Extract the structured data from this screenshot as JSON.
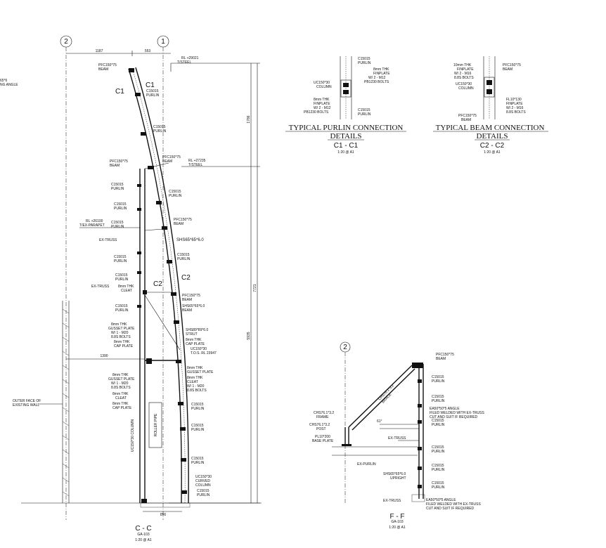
{
  "section_cc": {
    "grid_left": "2",
    "grid_right": "1",
    "dim_top_left": "1187",
    "dim_top_right": "553",
    "rl_top": "RL +29021",
    "rl_top_sub": "T/STEEL",
    "rl_mid": "RL +27235",
    "rl_mid_sub": "T/STEEL",
    "rl_parapet": "RL +26100",
    "rl_parapet_sub": "T/EX-PARAPET",
    "dim_v1": "1786",
    "dim_v2": "7721",
    "dim_v3": "5935",
    "dim_h_low": "1390",
    "dim_bottom": "856",
    "title": "C - C",
    "ref": "GA-103",
    "scale": "1:20 @ A1",
    "cut_marks": [
      "C1",
      "C1",
      "C2",
      "C2"
    ],
    "edge_text_a": "65*6",
    "edge_text_b": "NG ANGLE",
    "outer_face_1": "OUTER FACE OF",
    "outer_face_2": "EXISTING WALL",
    "roller_pipe": "ROLLER PIPE",
    "column_note": "UC150*30 COLUMN",
    "shs_label": "SHS65*65*6.0",
    "labels": {
      "pfc_top_1": "PFC150*75",
      "pfc_top_2": "BEAM",
      "c15015_1a": "C15015",
      "c15015_1b": "PURLIN",
      "c15015_2a": "C15015",
      "c15015_2b": "PURLIN",
      "pfc_mid_1": "PFC150*75",
      "pfc_mid_2": "BEAM",
      "pfc_left_1": "PFC150*75",
      "pfc_left_2": "BEAM",
      "cl_1a": "C15015",
      "cl_1b": "PURLIN",
      "cl_2a": "C15015",
      "cl_2b": "PURLIN",
      "cl_3a": "C15015",
      "cl_3b": "PURLIN",
      "ex_truss": "EX-TRUSS",
      "cr_1a": "C15015",
      "cr_1b": "PURLIN",
      "pfc_r_1": "PFC150*75",
      "pfc_r_2": "BEAM",
      "cr_2a": "C15015",
      "cr_2b": "PURLIN",
      "cl_4a": "C15015",
      "cl_4b": "PURLIN",
      "cl_5a": "C15015",
      "cl_5b": "PURLIN",
      "ex_truss2": "EX-TRUSS",
      "cleat_1": "8mm THK",
      "cleat_2": "CLEAT",
      "cl_6a": "C15015",
      "cl_6b": "PURLIN",
      "pfc_r2_1": "PFC150*75",
      "pfc_r2_2": "BEAM",
      "shs_r_1": "SHS65*65*6.0",
      "shs_r_2": "BEAM",
      "gusset_1": "8mm THK",
      "gusset_2": "GUSSET PLATE",
      "gusset_3": "W/ 1 - M20",
      "gusset_4": "8.8S BOLTS",
      "strut_1": "SHS89*89*6.0",
      "strut_2": "STRUT",
      "cap_r_1": "8mm THK",
      "cap_r_2": "CAP PLATE",
      "cap_l_1": "8mm THK",
      "cap_l_2": "CAP PLATE",
      "uc_r_1": "UC150*30",
      "uc_r_2": "T.O.S. RL 23947",
      "gus_r_1": "8mm THK",
      "gus_r_2": "GUSSET PLATE",
      "cleat_r_1": "8mm THK",
      "cleat_r_2": "CLEAT",
      "cleat_r_3": "W/ 1 - M20",
      "cleat_r_4": "8.8S BOLTS",
      "gus_l_1": "8mm THK",
      "gus_l_2": "GUSSET PLATE",
      "gus_l_3": "W/ 1 - M20",
      "gus_l_4": "8.8S BOLTS",
      "cleat_l_1": "8mm THK",
      "cleat_l_2": "CLEAT",
      "cap_b_1": "8mm THK",
      "cap_b_2": "CAP PLATE",
      "cr_3a": "C15015",
      "cr_3b": "PURLIN",
      "cr_4a": "C15015",
      "cr_4b": "PURLIN",
      "cr_5a": "C15015",
      "cr_5b": "PURLIN",
      "uc_c_1": "UC150*30",
      "uc_c_2": "CURVED",
      "uc_c_3": "COLUMN",
      "cr_6a": "C15015",
      "cr_6b": "PURLIN"
    }
  },
  "detail_c1": {
    "title_1": "TYPICAL PURLIN CONNECTION",
    "title_2": "DETAILS",
    "section": "C1 - C1",
    "scale": "1:20 @ A1",
    "labels": {
      "p1a": "C15015",
      "p1b": "PURLIN",
      "fp1": "8mm THK",
      "fp2": "FINPLATE",
      "fp3": "W/ 2 - M12",
      "fp4": "PB1230 BOLTS",
      "uc1": "UC150*30",
      "uc2": "COLUMN",
      "fl1": "8mm THK",
      "fl2": "FINPLATE",
      "fl3": "W/ 2 - M12",
      "fl4": "PB1230 BOLTS",
      "p2a": "C15015",
      "p2b": "PURLIN"
    }
  },
  "detail_c2": {
    "title_1": "TYPICAL BEAM CONNECTION",
    "title_2": "DETAILS",
    "section": "C2 - C2",
    "scale": "1:20 @ A1",
    "labels": {
      "fp1": "10mm THK",
      "fp2": "FINPLATE",
      "fp3": "W/ 2 - M16",
      "fp4": "8.8S BOLTS",
      "pfc1": "PFC150*75",
      "pfc2": "BEAM",
      "uc1": "UC150*30",
      "uc2": "COLUMN",
      "fl1": "FL10*130",
      "fl2": "FINPLATE",
      "fl3": "W/ 2 - M16",
      "fl4": "8.8S BOLTS",
      "pfc3": "PFC150*75",
      "pfc4": "BEAM"
    }
  },
  "section_ff": {
    "grid": "2",
    "title": "F - F",
    "ref": "GA-103",
    "scale": "1:20 @ A1",
    "brace": "CHS76.1*3.2",
    "brace_2": "BRACE",
    "angle": "61°",
    "labels": {
      "pfc1": "PFC150*75",
      "pfc2": "BEAM",
      "p1a": "C15015",
      "p1b": "PURLIN",
      "p2a": "C15015",
      "p2b": "PURLIN",
      "ea1": "EA50*50*5 ANGLE",
      "ea2": "FILED WELDED WITH EX-TRUSS",
      "ea3": "CUT AND SUIT IF REQUIRED",
      "p3a": "C15015",
      "p3b": "PURLIN",
      "chs_f1": "CHS76.1*3.2",
      "chs_f2": "FRAME",
      "chs_p1": "CHS76.1*3.2",
      "chs_p2": "POST",
      "bp1": "PL10*200",
      "bp2": "BASE PLATE",
      "ext": "EX-TRUSS",
      "p4a": "C15015",
      "p4b": "PURLIN",
      "exp": "EX-PURLIN",
      "p5a": "C15015",
      "p5b": "PURLIN",
      "up1": "SHS65*65*6.0",
      "up2": "UPRIGHT",
      "p6a": "C15015",
      "p6b": "PURLIN",
      "ext2": "EX-TRUSS",
      "eb1": "EA50*50*5 ANGLE",
      "eb2": "FILED WELDED WITH EX-TRUSS",
      "eb3": "CUT AND SUIT IF REQUIRED"
    }
  }
}
